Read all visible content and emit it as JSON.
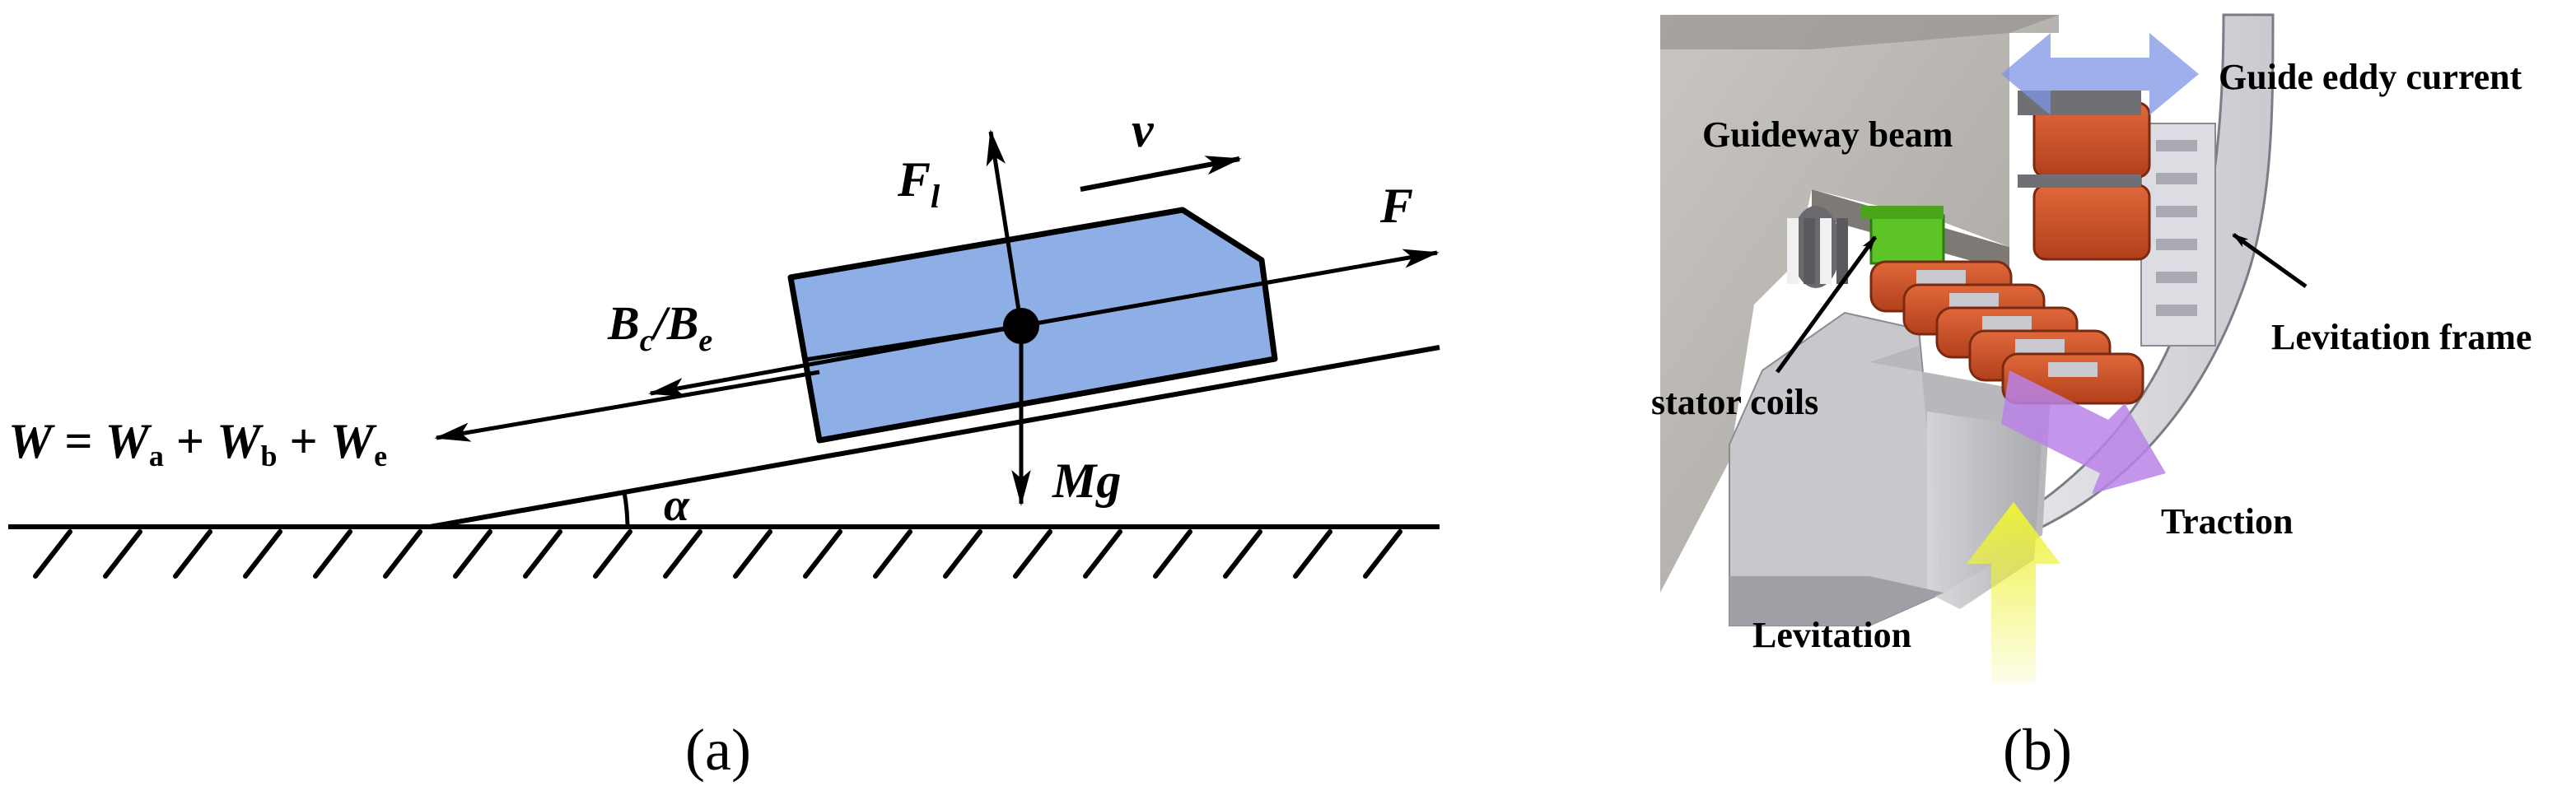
{
  "panel_a": {
    "caption_open": "(",
    "caption_letter": "a",
    "caption_close": ")",
    "force_lift": "F",
    "force_lift_sub": "l",
    "velocity": "v",
    "force_traction": "F",
    "brake": {
      "b1": "B",
      "b1_sub": "c",
      "slash": "/",
      "b2": "B",
      "b2_sub": "e"
    },
    "weight": {
      "lhs": "W",
      "eq": " = ",
      "t1": "W",
      "t1_sub": "a",
      "plus1": " + ",
      "t2": "W",
      "t2_sub": "b",
      "plus2": " + ",
      "t3": "W",
      "t3_sub": "e"
    },
    "gravity": "Mg",
    "angle": "α"
  },
  "panel_b": {
    "caption_open": "(",
    "caption_letter": "b",
    "caption_close": ")",
    "labels": {
      "guide_eddy_current": "Guide eddy current",
      "guideway_beam": "Guideway beam",
      "levitation_frame": "Levitation frame",
      "stator_coils": "stator coils",
      "traction": "Traction",
      "levitation": "Levitation"
    }
  },
  "colors": {
    "block_fill": "#8eaee6",
    "beam_grey": "#b9b6b2",
    "coil_orange": "#d4552a",
    "green_magnet": "#5cc427",
    "guide_arrow": "#7f94e6",
    "traction_arrow": "#b984e8",
    "levitation_arrow": "#e6f03c"
  }
}
